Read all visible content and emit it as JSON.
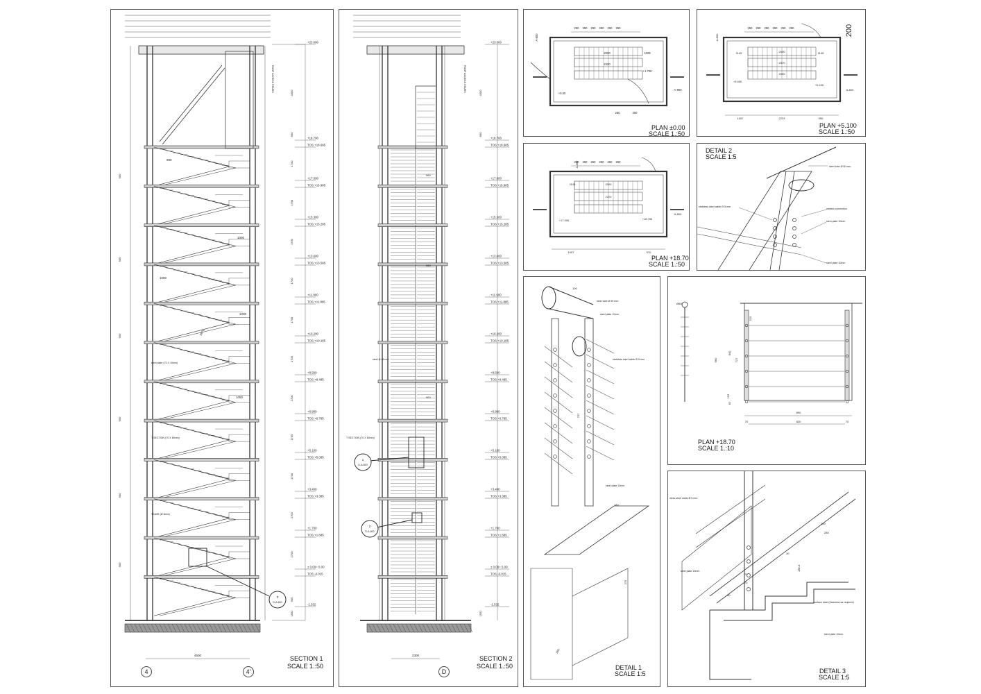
{
  "section1": {
    "title": "SECTION 1",
    "scale": "SCALE 1.:50",
    "width_dim": "4500",
    "grid_a": "4",
    "grid_b": "4'",
    "callout": "3\nD-A-800",
    "levels": [
      "+23.000",
      "+18.700",
      "TOS +18.685",
      "+17.000",
      "TOS +16.985",
      "+15.300",
      "TOS +15.285",
      "+13.600",
      "TOS +13.585",
      "+11.900",
      "TOS +11.885",
      "+10.200",
      "TOS +10.185",
      "+8.500",
      "TOS +8.485",
      "+6.800",
      "TOS +6.785",
      "+5.100",
      "TOS +5.085",
      "+3.400",
      "TOS +3.385",
      "+1.700",
      "TOS +1.685",
      "± 0.00= 5.00",
      "TOS -0.015",
      "-1.532"
    ],
    "notes": [
      "ROOF ACCESS STAIRS",
      "steel plate (70 X 10mm)",
      "T SECTION (70 X 60mm)",
      "TXU0B (Ø 8mm)"
    ],
    "dims": [
      "4300",
      "800",
      "990",
      "1000",
      "1050",
      "2870",
      "1552",
      "900",
      "1700"
    ]
  },
  "section2": {
    "title": "SECTION 2",
    "scale": "SCALE 1.:50",
    "width_dim": "2300",
    "grid_a": "D",
    "callout_1": "1\nD-A-800",
    "callout_2": "2\nD-A-800",
    "levels": [
      "+23.000",
      "+18.700",
      "TOS +18.685",
      "+17.000",
      "TOS +16.985",
      "+15.300",
      "TOS +15.285",
      "+13.600",
      "TOS +13.585",
      "+11.900",
      "TOS +11.885",
      "+10.200",
      "TOS +10.185",
      "+8.500",
      "TOS +8.485",
      "+6.800",
      "TOS +6.785",
      "+5.100",
      "TOS +5.085",
      "+3.400",
      "TOS +3.385",
      "+1.700",
      "TOS +1.685",
      "± 0.00= 5.00",
      "TOS -0.015",
      "-1.532"
    ],
    "notes": [
      "ROOF ACCESS STAIRS",
      "steel Ø 48 mm",
      "T SECTION (70 X 60mm)"
    ],
    "dims": [
      "4300",
      "800",
      "960",
      "1552"
    ]
  },
  "plan_0": {
    "title": "PLAN ±0.00",
    "scale": "SCALE 1.:50",
    "dims": [
      "250",
      "250",
      "250",
      "250",
      "250",
      "2000",
      "2420",
      "1005",
      "+1.700",
      "+0.00",
      "A-800",
      "250",
      "250",
      "A-800"
    ]
  },
  "plan_5100": {
    "title": "PLAN +5.100",
    "scale": "SCALE 1.:50",
    "dims": [
      "250",
      "250",
      "250",
      "250",
      "1145",
      "2000",
      "1145",
      "2370",
      "2000",
      "+3.400",
      "+5.100",
      "1007",
      "2233",
      "950",
      "A-800",
      "A-800",
      "200"
    ]
  },
  "plan_18700": {
    "title": "PLAN +18.70",
    "scale": "SCALE 1.:50",
    "dims": [
      "250",
      "250",
      "250",
      "250",
      "250",
      "1145",
      "2000",
      "2370",
      "+17.000",
      "+18.700",
      "1007",
      "970",
      "A-800",
      "A-800"
    ]
  },
  "detail_2": {
    "title": "DETAIL 2",
    "scale": "SCALE 1:5",
    "notes": [
      "steel tube Ø 50 mm",
      "stainless steel cable Ø 5 mm",
      "welded connection",
      "steel plate 10mm",
      "steel plate 10mm"
    ]
  },
  "detail_1": {
    "title": "DETAIL 1",
    "scale": "SCALE 1:5",
    "notes": [
      "steel tube Ø 50 mm",
      "steel plate 10mm",
      "stainless steel cable Ø 5 mm",
      "steel plate 10mm"
    ],
    "dims": [
      "100",
      "737",
      "180",
      "275",
      "260"
    ]
  },
  "plan_18700_b": {
    "title": "PLAN +18.70",
    "scale": "SCALE 1.:10",
    "dims": [
      "Ø60",
      "960",
      "840",
      "727",
      "152",
      "890",
      "820",
      "70",
      "70",
      "62",
      "110"
    ]
  },
  "detail_3": {
    "title": "DETAIL 3",
    "scale": "SCALE 1:5",
    "notes": [
      "nless steel cable Ø 5 mm",
      "steel plate 10mm",
      "surface steel (thickness as required)",
      "steel plate 10mm"
    ],
    "dims": [
      "250",
      "280",
      "30",
      "70",
      "70",
      "188.8",
      "60"
    ]
  }
}
